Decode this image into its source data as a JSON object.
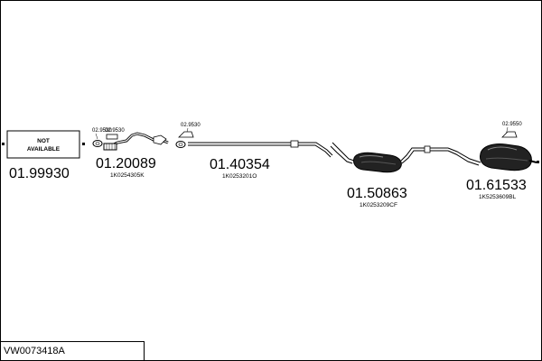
{
  "diagram_code": "VW0073418A",
  "not_available_line1": "NOT",
  "not_available_line2": "AVAILABLE",
  "parts": [
    {
      "number": "01.99930",
      "ref": ""
    },
    {
      "number": "01.20089",
      "ref": "1K0254305K"
    },
    {
      "number": "01.40354",
      "ref": "1K0253201O"
    },
    {
      "number": "01.50863",
      "ref": "1K0253209CF"
    },
    {
      "number": "01.61533",
      "ref": "1K5253609BL"
    }
  ],
  "accessories": [
    {
      "code": "02.9530"
    },
    {
      "code": "02.9530"
    },
    {
      "code": "02.9550"
    }
  ]
}
